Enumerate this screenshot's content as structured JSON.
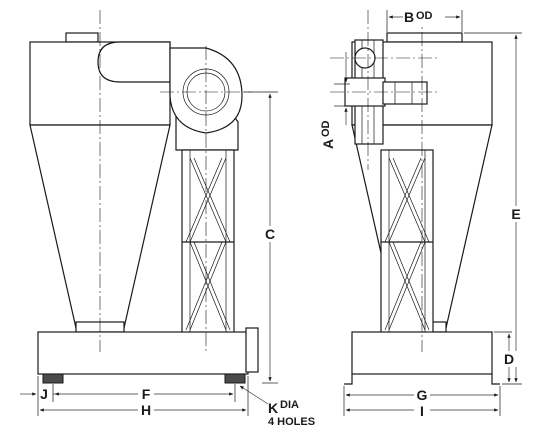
{
  "dimension_labels": {
    "A": "A",
    "A_suffix": "OD",
    "B": "B",
    "B_suffix": "OD",
    "C": "C",
    "D": "D",
    "E": "E",
    "F": "F",
    "G": "G",
    "H": "H",
    "I": "I",
    "J": "J",
    "K": "K",
    "K_suffix": "DIA",
    "K_note": "4 HOLES"
  }
}
